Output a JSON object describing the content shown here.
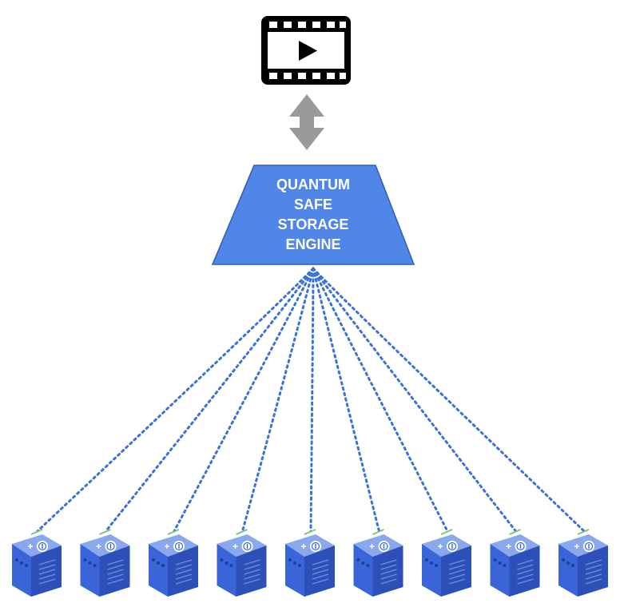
{
  "engine": {
    "label_lines": [
      "QUANTUM",
      "SAFE",
      "STORAGE",
      "ENGINE"
    ]
  },
  "icons": {
    "top": "video-player-icon",
    "arrow": "bidirectional-arrow-icon",
    "node": "storage-node-icon"
  },
  "colors": {
    "engine_fill": "#4f86e8",
    "engine_stroke": "#2f5eb6",
    "arrow": "#9a9a9a",
    "connection": "#3c72d8",
    "node_top": "#8aa8ec",
    "node_front": "#3a65d8",
    "node_side": "#2d4fb8"
  },
  "nodes": [
    {
      "id": "node-1"
    },
    {
      "id": "node-2"
    },
    {
      "id": "node-3"
    },
    {
      "id": "node-4"
    },
    {
      "id": "node-5"
    },
    {
      "id": "node-6"
    },
    {
      "id": "node-7"
    },
    {
      "id": "node-8"
    },
    {
      "id": "node-9"
    }
  ]
}
